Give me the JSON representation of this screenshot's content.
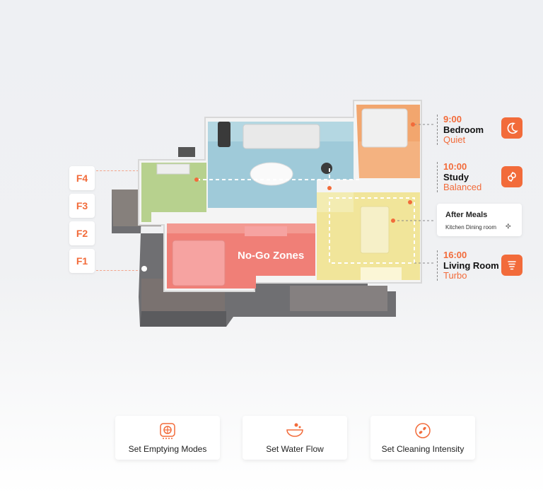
{
  "floors": [
    "F4",
    "F3",
    "F2",
    "F1"
  ],
  "map": {
    "nogo_label": "No-Go Zones"
  },
  "schedules": [
    {
      "time": "9:00",
      "room": "Bedroom",
      "mode": "Quiet",
      "icon": "moon-icon"
    },
    {
      "time": "10:00",
      "room": "Study",
      "mode": "Balanced",
      "icon": "swirl-icon"
    },
    {
      "time": "16:00",
      "room": "Living Room",
      "mode": "Turbo",
      "icon": "turbo-icon"
    }
  ],
  "after_meals": {
    "title": "After Meals",
    "rooms": "Kitchen Dining room"
  },
  "features": [
    {
      "label": "Set Emptying Modes",
      "icon": "emptying-icon"
    },
    {
      "label": "Set Water Flow",
      "icon": "water-bowl-icon"
    },
    {
      "label": "Set Cleaning Intensity",
      "icon": "fan-icon"
    }
  ],
  "colors": {
    "accent": "#f26b3a",
    "bedroom_zone": "#f07f77",
    "living_zone": "#f1e59a",
    "study_zone": "#f2a66e",
    "kitchen_zone": "#8fc3d4",
    "dining_zone": "#b6d18a"
  }
}
